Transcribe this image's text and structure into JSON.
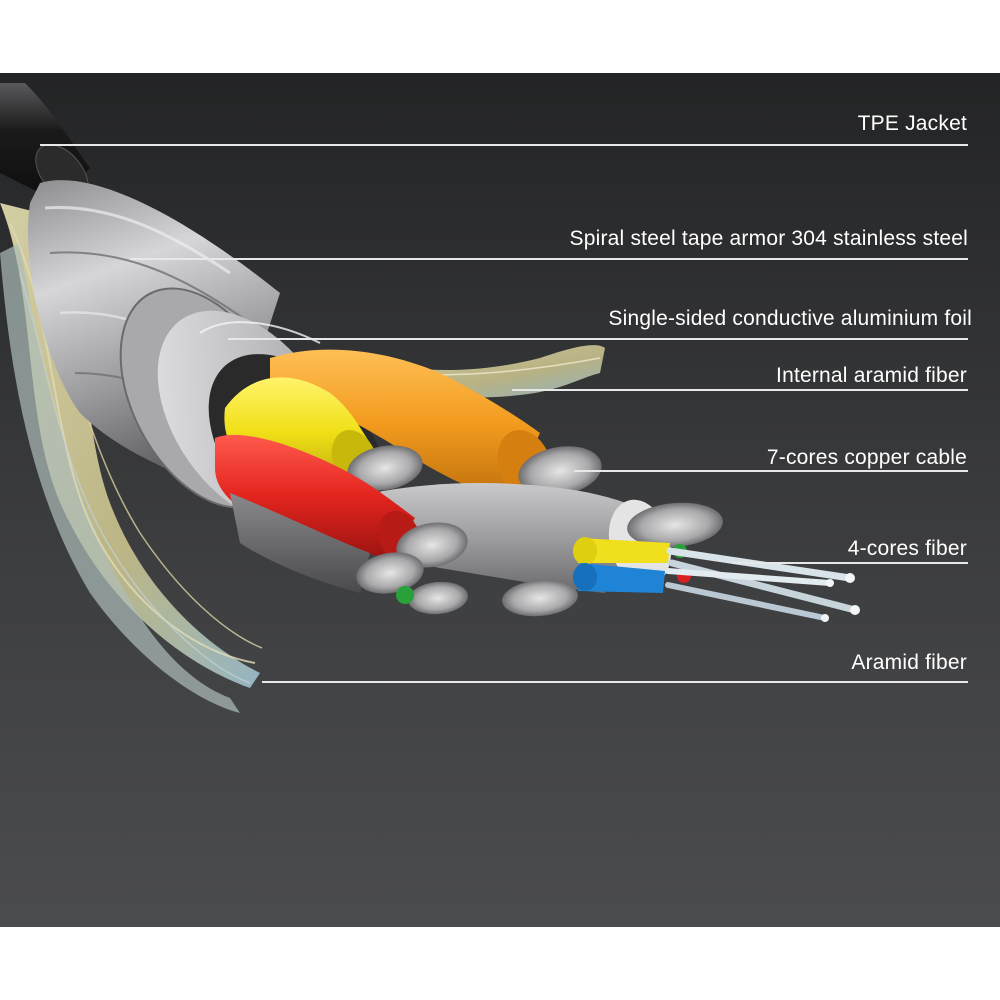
{
  "colors": {
    "background_top": "#222324",
    "background_bottom": "#4a4b4d",
    "jacket": "#1b1b1c",
    "armor": "#b8b8ba",
    "foil": "#cfcfd1",
    "aramid": "#d8cf9a",
    "core_yellow": "#f2e21a",
    "core_orange": "#f29b1e",
    "core_red": "#e3241e",
    "core_grey": "#9a9a9c",
    "fiber_yellow": "#f0df1c",
    "fiber_blue": "#1f84d6",
    "fiber_green": "#28a13a",
    "fiber_red": "#d92020",
    "label_text": "#ffffff",
    "leader_line": "#e8e8e8"
  },
  "labels": [
    {
      "id": "tpe-jacket",
      "text": "TPE Jacket"
    },
    {
      "id": "spiral-steel-armor",
      "text": "Spiral steel tape armor 304 stainless steel"
    },
    {
      "id": "aluminium-foil",
      "text": "Single-sided conductive aluminium foil"
    },
    {
      "id": "internal-aramid",
      "text": "Internal aramid fiber"
    },
    {
      "id": "copper-cable",
      "text": "7-cores copper cable"
    },
    {
      "id": "fiber-cores",
      "text": "4-cores fiber"
    },
    {
      "id": "aramid-fiber",
      "text": "Aramid fiber"
    }
  ]
}
